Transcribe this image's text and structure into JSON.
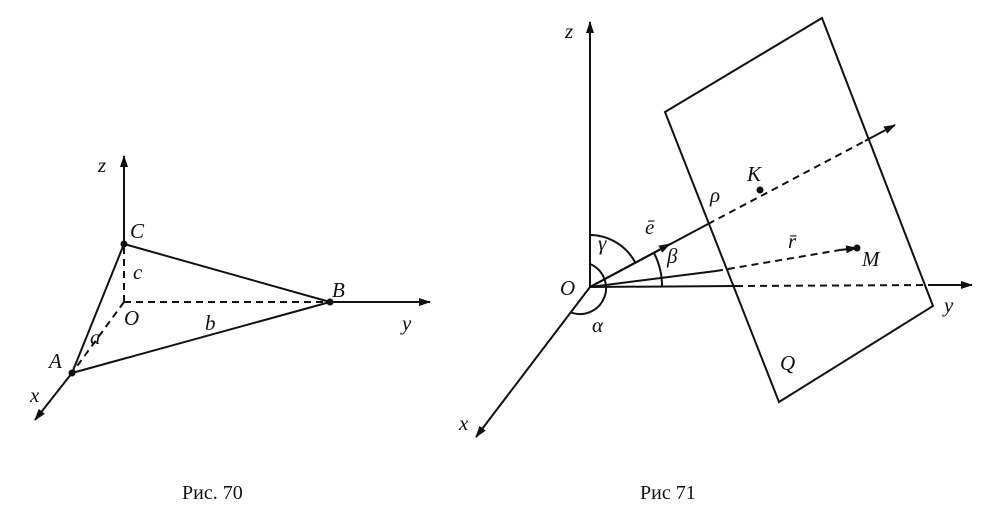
{
  "figure70": {
    "caption": "Рис. 70",
    "labels": {
      "z": "z",
      "C": "C",
      "c": "c",
      "O": "O",
      "B": "B",
      "b": "b",
      "y": "y",
      "a": "a",
      "A": "A",
      "x": "x"
    }
  },
  "figure71": {
    "caption": "Рис  71",
    "labels": {
      "z": "z",
      "O": "O",
      "gamma": "γ",
      "e": "ē",
      "beta": "β",
      "alpha": "α",
      "rho": "ρ",
      "K": "K",
      "r": "r̄",
      "M": "M",
      "y": "y",
      "x": "x",
      "Q": "Q"
    }
  }
}
